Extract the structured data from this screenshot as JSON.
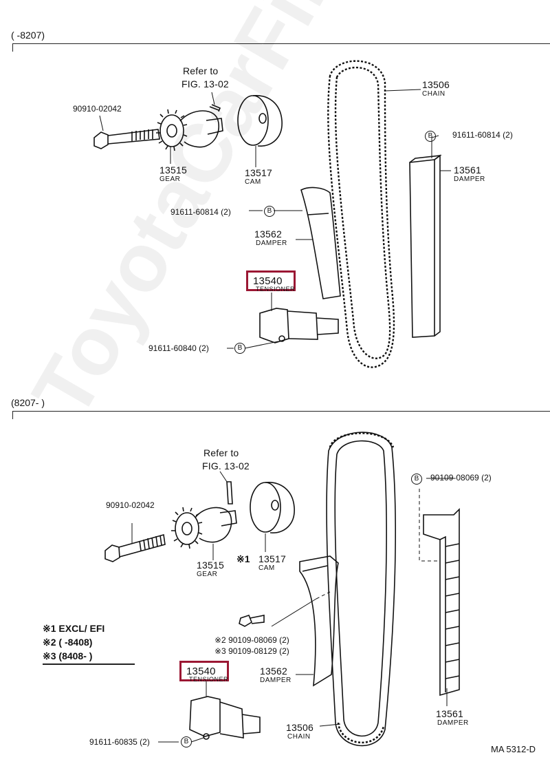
{
  "sections": {
    "top_header": "(      -8207)",
    "bottom_header": "(8207-        )"
  },
  "top": {
    "refer": [
      "Refer to",
      "FIG. 13-02"
    ],
    "bolt": "90910-02042",
    "gear_num": "13515",
    "gear_lbl": "GEAR",
    "cam_num": "13517",
    "cam_lbl": "CAM",
    "chain_num": "13506",
    "chain_lbl": "CHAIN",
    "damper_r_bolt": "91611-60814 (2)",
    "damper_r_num": "13561",
    "damper_r_lbl": "DAMPER",
    "damper_l_bolt": "91611-60814 (2)",
    "damper_l_num": "13562",
    "damper_l_lbl": "DAMPER",
    "tensioner_num": "13540",
    "tensioner_lbl": "TENSIONER",
    "tensioner_bolt": "91611-60840 (2)"
  },
  "bottom": {
    "refer": [
      "Refer to",
      "FIG. 13-02"
    ],
    "bolt": "90910-02042",
    "gear_num": "13515",
    "gear_lbl": "GEAR",
    "cam_prefix": "※1",
    "cam_num": "13517",
    "cam_lbl": "CAM",
    "damper_r_bolt": "90109-08069 (2)",
    "damper_l_bolt_a": "※2 90109-08069 (2)",
    "damper_l_bolt_b": "※3 90109-08129 (2)",
    "damper_l_num": "13562",
    "damper_l_lbl": "DAMPER",
    "tensioner_num": "13540",
    "tensioner_lbl": "TENSIONER",
    "tensioner_bolt": "91611-60835 (2)",
    "chain_num": "13506",
    "chain_lbl": "CHAIN",
    "damper_r_num": "13561",
    "damper_r_lbl": "DAMPER",
    "notes": [
      "※1 EXCL/ EFI",
      "※2 (      -8408)",
      "※3 (8408-       )"
    ]
  },
  "bolt_mark": "B",
  "footer": "MA 5312-D",
  "watermark": "ToyotaCarFire.ru",
  "colors": {
    "highlight": "#9b1733",
    "line": "#111111"
  }
}
